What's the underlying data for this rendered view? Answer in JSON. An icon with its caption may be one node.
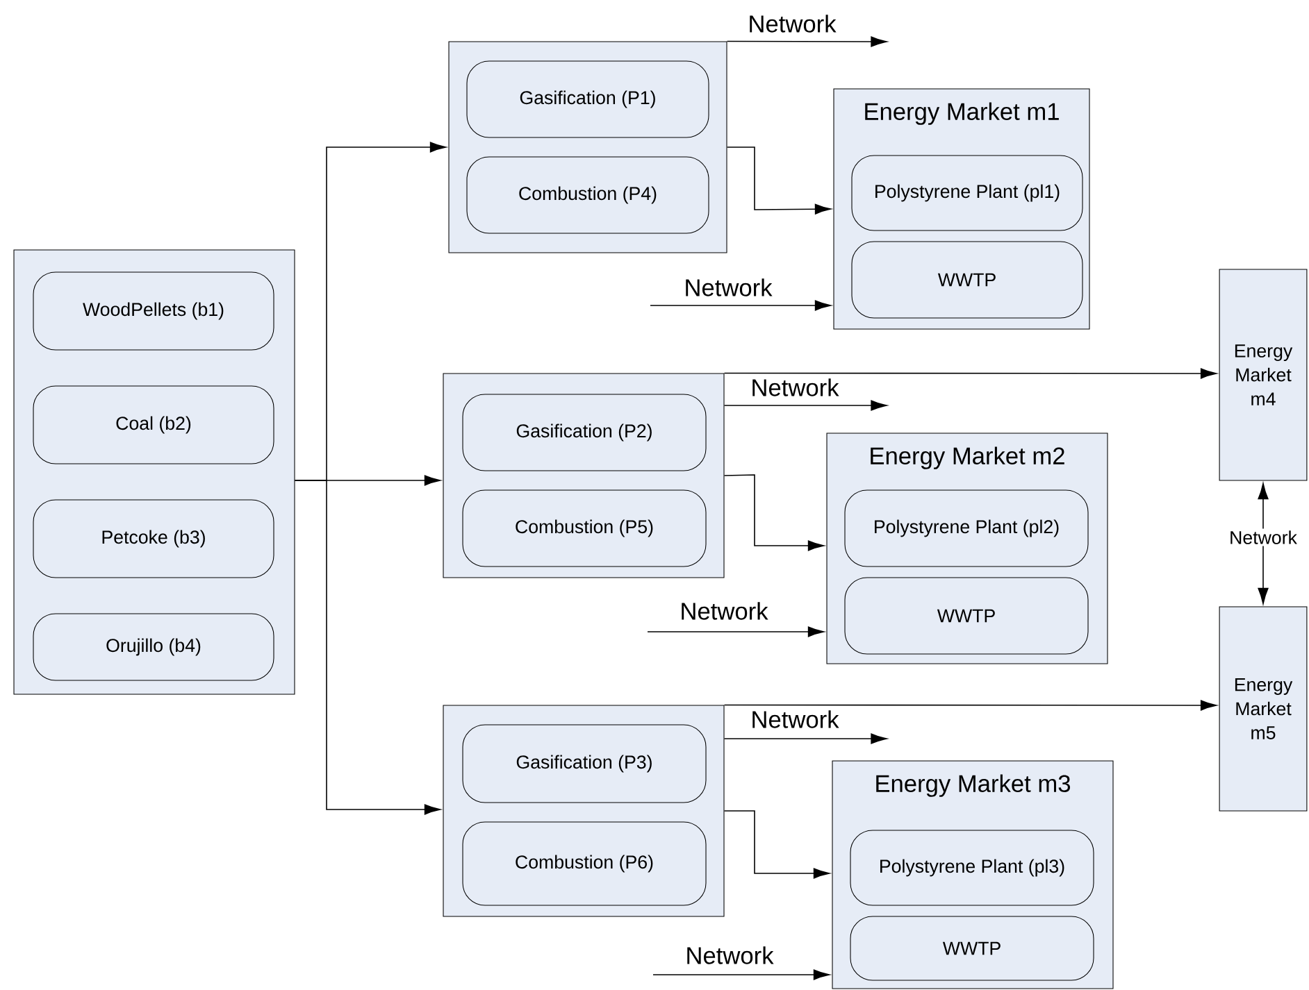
{
  "diagram": {
    "nodes": [
      {
        "text": [],
        "shape": "box"
      },
      {
        "text": [
          "WoodPellets (b1)"
        ],
        "in": 0
      },
      {
        "text": [
          "Coal (b2)"
        ],
        "in": 0
      },
      {
        "text": [
          "Petcoke (b3)"
        ],
        "in": 0
      },
      {
        "text": [
          "Orujillo (b4)"
        ],
        "in": 0
      },
      {
        "text": [],
        "shape": "box"
      },
      {
        "text": [
          "Gasification (P1)"
        ],
        "in": 5
      },
      {
        "text": [
          "Combustion (P4)"
        ],
        "in": 5
      },
      {
        "text": [
          "Energy Market m1"
        ]
      },
      {
        "text": [
          "Polystyrene Plant (pl1)"
        ],
        "in": 8
      },
      {
        "text": [
          "WWTP"
        ],
        "in": 8
      },
      {
        "text": [
          "Energy Market m4"
        ]
      },
      {
        "text": [],
        "shape": "box"
      },
      {
        "text": [
          "Gasification (P2)"
        ],
        "in": 12
      },
      {
        "text": [
          "Combustion (P5)"
        ],
        "in": 12
      },
      {
        "text": [
          "Energy Market m2"
        ]
      },
      {
        "text": [
          "Polystyrene Plant (pl2)"
        ],
        "in": 15
      },
      {
        "text": [
          "WWTP"
        ],
        "in": 15
      },
      {
        "text": [
          "Energy Market m5"
        ]
      },
      {
        "text": [],
        "shape": "box"
      },
      {
        "text": [
          "Gasification (P3)"
        ],
        "in": 19
      },
      {
        "text": [
          "Combustion (P6)"
        ],
        "in": 19
      },
      {
        "text": [
          "Energy Market m3"
        ]
      },
      {
        "text": [
          "Polystyrene Plant (pl3)"
        ],
        "in": 22
      },
      {
        "text": [
          "WWTP"
        ],
        "in": 22
      }
    ],
    "edges": [
      {
        "from": 0,
        "to": 5,
        "arrow": "to"
      },
      {
        "from": 0,
        "to": 12,
        "arrow": "to"
      },
      {
        "from": 0,
        "to": 19,
        "arrow": "to"
      },
      {
        "from": 5,
        "to": null,
        "arrow": "to",
        "label": "Network"
      },
      {
        "from": 5,
        "to": 8,
        "arrow": "to"
      },
      {
        "from": null,
        "to": 8,
        "arrow": "to",
        "label": "Network"
      },
      {
        "from": 12,
        "to": 11,
        "arrow": "to"
      },
      {
        "from": 12,
        "to": null,
        "arrow": "to",
        "label": "Network"
      },
      {
        "from": 12,
        "to": 15,
        "arrow": "to"
      },
      {
        "from": null,
        "to": 15,
        "arrow": "to",
        "label": "Network"
      },
      {
        "from": 11,
        "to": 18,
        "arrow": "both",
        "label": "Network"
      },
      {
        "from": 19,
        "to": 18,
        "arrow": "to"
      },
      {
        "from": 19,
        "to": null,
        "arrow": "to",
        "label": "Network"
      },
      {
        "from": 19,
        "to": 22,
        "arrow": "to"
      },
      {
        "from": null,
        "to": 22,
        "arrow": "to",
        "label": "Network"
      }
    ]
  }
}
